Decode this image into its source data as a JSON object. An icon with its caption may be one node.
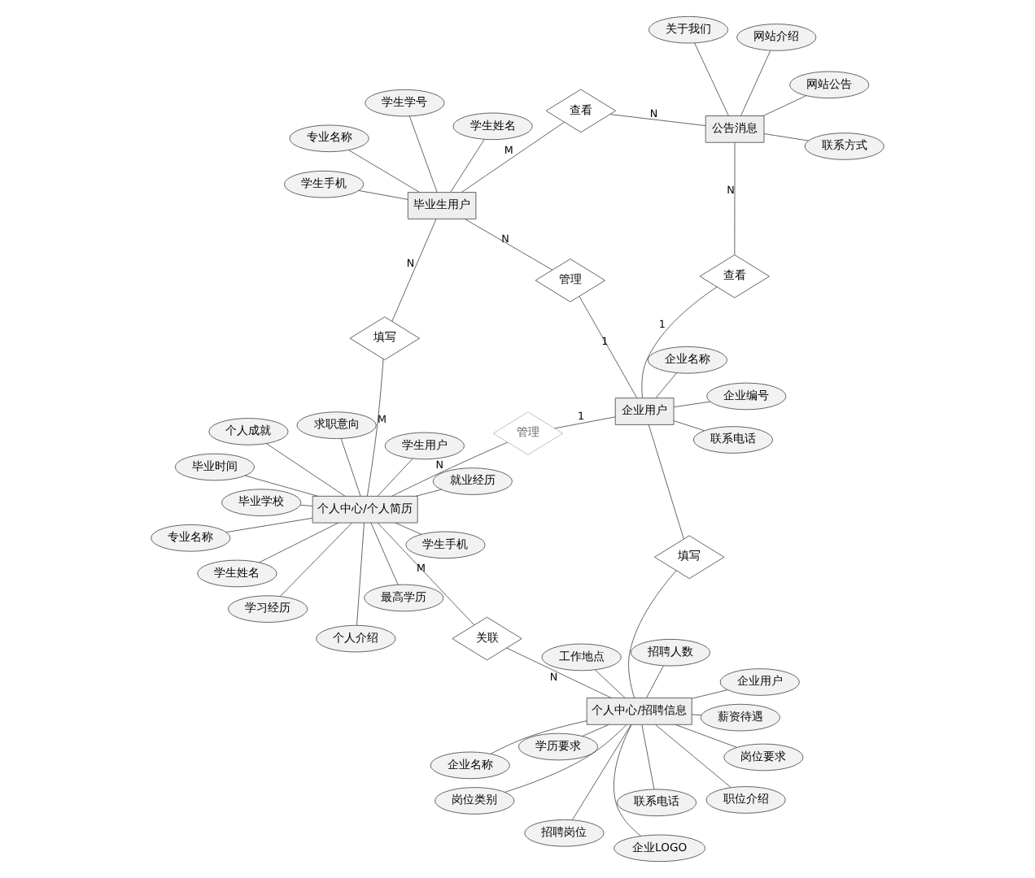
{
  "diagram": {
    "nodes": [
      {
        "text": [
          "个人中心/招聘信息"
        ]
      },
      {
        "text": [
          "薪资待遇"
        ]
      },
      {
        "text": [
          "企业LOGO"
        ]
      },
      {
        "text": [
          "工作地点"
        ]
      },
      {
        "text": [
          "招聘人数"
        ]
      },
      {
        "text": [
          "学历要求"
        ]
      },
      {
        "text": [
          "岗位类别"
        ]
      },
      {
        "text": [
          "岗位要求"
        ]
      },
      {
        "text": [
          "招聘岗位"
        ]
      },
      {
        "text": [
          "职位介绍"
        ]
      },
      {
        "text": [
          "联系电话"
        ]
      },
      {
        "text": [
          "企业名称"
        ]
      },
      {
        "text": [
          "企业用户"
        ]
      },
      {
        "text": [
          "个人中心/个人简历"
        ]
      },
      {
        "text": [
          "求职意向"
        ]
      },
      {
        "text": [
          "最高学历"
        ]
      },
      {
        "text": [
          "学生手机"
        ]
      },
      {
        "text": [
          "毕业时间"
        ]
      },
      {
        "text": [
          "专业名称"
        ]
      },
      {
        "text": [
          "毕业学校"
        ]
      },
      {
        "text": [
          "学习经历"
        ]
      },
      {
        "text": [
          "学生姓名"
        ]
      },
      {
        "text": [
          "就业经历"
        ]
      },
      {
        "text": [
          "学生用户"
        ]
      },
      {
        "text": [
          "个人成就"
        ]
      },
      {
        "text": [
          "个人介绍"
        ]
      },
      {
        "text": [
          "关联"
        ]
      },
      {
        "text": [
          "填写"
        ]
      },
      {
        "text": [
          "管理"
        ]
      },
      {
        "text": [
          "填写"
        ]
      },
      {
        "text": [
          "企业用户"
        ]
      },
      {
        "text": [
          "管理"
        ]
      },
      {
        "text": [
          "毕业生用户"
        ]
      },
      {
        "text": [
          "企业名称"
        ]
      },
      {
        "text": [
          "企业编号"
        ]
      },
      {
        "text": [
          "联系电话"
        ]
      },
      {
        "text": [
          "学生学号"
        ]
      },
      {
        "text": [
          "学生姓名"
        ]
      },
      {
        "text": [
          "专业名称"
        ]
      },
      {
        "text": [
          "学生手机"
        ]
      },
      {
        "text": [
          "查看"
        ]
      },
      {
        "text": [
          "查看"
        ]
      },
      {
        "text": [
          "公告消息"
        ]
      },
      {
        "text": [
          "网站介绍"
        ]
      },
      {
        "text": [
          "网站公告"
        ]
      },
      {
        "text": [
          "关于我们"
        ]
      },
      {
        "text": [
          "联系方式"
        ]
      }
    ],
    "edges": [
      {
        "from": 0,
        "to": 1,
        "arrow": "none"
      },
      {
        "from": 0,
        "to": 2,
        "arrow": "none"
      },
      {
        "from": 0,
        "to": 3,
        "arrow": "none"
      },
      {
        "from": 0,
        "to": 4,
        "arrow": "none"
      },
      {
        "from": 0,
        "to": 5,
        "arrow": "none"
      },
      {
        "from": 0,
        "to": 6,
        "arrow": "none"
      },
      {
        "from": 0,
        "to": 7,
        "arrow": "none"
      },
      {
        "from": 0,
        "to": 8,
        "arrow": "none"
      },
      {
        "from": 0,
        "to": 9,
        "arrow": "none"
      },
      {
        "from": 0,
        "to": 10,
        "arrow": "none"
      },
      {
        "from": 0,
        "to": 11,
        "arrow": "none"
      },
      {
        "from": 0,
        "to": 12,
        "arrow": "none"
      },
      {
        "from": 13,
        "to": 14,
        "arrow": "none"
      },
      {
        "from": 13,
        "to": 15,
        "arrow": "none"
      },
      {
        "from": 13,
        "to": 16,
        "arrow": "none"
      },
      {
        "from": 13,
        "to": 17,
        "arrow": "none"
      },
      {
        "from": 13,
        "to": 18,
        "arrow": "none"
      },
      {
        "from": 13,
        "to": 19,
        "arrow": "none"
      },
      {
        "from": 13,
        "to": 20,
        "arrow": "none"
      },
      {
        "from": 13,
        "to": 21,
        "arrow": "none"
      },
      {
        "from": 13,
        "to": 22,
        "arrow": "none"
      },
      {
        "from": 13,
        "to": 23,
        "arrow": "none"
      },
      {
        "from": 13,
        "to": 24,
        "arrow": "none"
      },
      {
        "from": 13,
        "to": 25,
        "arrow": "none"
      },
      {
        "from": 0,
        "to": 26,
        "arrow": "none",
        "label": "N"
      },
      {
        "from": 26,
        "to": 13,
        "arrow": "none",
        "label": "M"
      },
      {
        "from": 0,
        "to": 27,
        "arrow": "none"
      },
      {
        "from": 27,
        "to": 30,
        "arrow": "none"
      },
      {
        "from": 30,
        "to": 28,
        "arrow": "none",
        "label": "1"
      },
      {
        "from": 28,
        "to": 13,
        "arrow": "none",
        "label": "N"
      },
      {
        "from": 13,
        "to": 29,
        "arrow": "none",
        "label": "M"
      },
      {
        "from": 29,
        "to": 32,
        "arrow": "none",
        "label": "N"
      },
      {
        "from": 30,
        "to": 31,
        "arrow": "none",
        "label": "1"
      },
      {
        "from": 31,
        "to": 32,
        "arrow": "none",
        "label": "N"
      },
      {
        "from": 30,
        "to": 33,
        "arrow": "none"
      },
      {
        "from": 30,
        "to": 34,
        "arrow": "none"
      },
      {
        "from": 30,
        "to": 35,
        "arrow": "none"
      },
      {
        "from": 32,
        "to": 36,
        "arrow": "none"
      },
      {
        "from": 32,
        "to": 37,
        "arrow": "none"
      },
      {
        "from": 32,
        "to": 38,
        "arrow": "none"
      },
      {
        "from": 32,
        "to": 39,
        "arrow": "none"
      },
      {
        "from": 30,
        "to": 40,
        "arrow": "none",
        "label": "1"
      },
      {
        "from": 40,
        "to": 42,
        "arrow": "none",
        "label": "N"
      },
      {
        "from": 32,
        "to": 41,
        "arrow": "none",
        "label": "M"
      },
      {
        "from": 41,
        "to": 42,
        "arrow": "none",
        "label": "N"
      },
      {
        "from": 42,
        "to": 43,
        "arrow": "none"
      },
      {
        "from": 42,
        "to": 44,
        "arrow": "none"
      },
      {
        "from": 42,
        "to": 45,
        "arrow": "none"
      },
      {
        "from": 42,
        "to": 46,
        "arrow": "none"
      }
    ]
  }
}
